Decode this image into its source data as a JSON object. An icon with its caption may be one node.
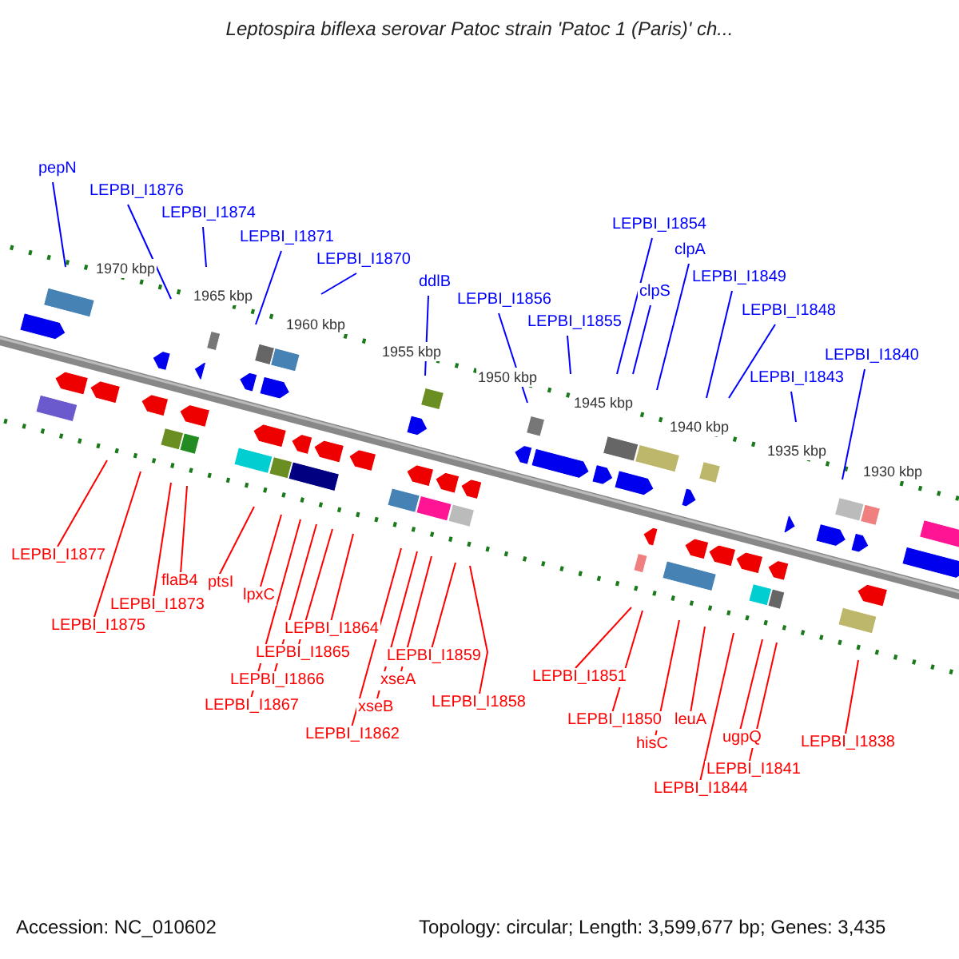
{
  "diagram": {
    "title": "Leptospira biflexa serovar Patoc strain 'Patoc 1 (Paris)' ch...",
    "nodes": [
      {
        "text": [
          "pepN"
        ]
      },
      {
        "text": [
          "LEPBI_I1876"
        ]
      },
      {
        "text": [
          "LEPBI_I1874"
        ]
      },
      {
        "text": [
          "LEPBI_I1871"
        ]
      },
      {
        "text": [
          "LEPBI_I1870"
        ]
      },
      {
        "text": [
          "ddlB"
        ]
      },
      {
        "text": [
          "LEPBI_I1856"
        ]
      },
      {
        "text": [
          "LEPBI_I1855"
        ]
      },
      {
        "text": [
          "LEPBI_I1854"
        ]
      },
      {
        "text": [
          "clpS"
        ]
      },
      {
        "text": [
          "clpA"
        ]
      },
      {
        "text": [
          "LEPBI_I1849"
        ]
      },
      {
        "text": [
          "LEPBI_I1848"
        ]
      },
      {
        "text": [
          "LEPBI_I1843"
        ]
      },
      {
        "text": [
          "LEPBI_I1840"
        ]
      },
      {
        "text": [
          "LEPBI_I1877"
        ]
      },
      {
        "text": [
          "LEPBI_I1875"
        ]
      },
      {
        "text": [
          "LEPBI_I1873"
        ]
      },
      {
        "text": [
          "flaB4"
        ]
      },
      {
        "text": [
          "ptsI"
        ]
      },
      {
        "text": [
          "lpxC"
        ]
      },
      {
        "text": [
          "LEPBI_I1864"
        ]
      },
      {
        "text": [
          "LEPBI_I1865"
        ]
      },
      {
        "text": [
          "LEPBI_I1866"
        ]
      },
      {
        "text": [
          "LEPBI_I1867"
        ]
      },
      {
        "text": [
          "xseB"
        ]
      },
      {
        "text": [
          "xseA"
        ]
      },
      {
        "text": [
          "LEPBI_I1859"
        ]
      },
      {
        "text": [
          "LEPBI_I1858"
        ]
      },
      {
        "text": [
          "LEPBI_I1862"
        ]
      },
      {
        "text": [
          "LEPBI_I1851"
        ]
      },
      {
        "text": [
          "LEPBI_I1850"
        ]
      },
      {
        "text": [
          "hisC"
        ]
      },
      {
        "text": [
          "leuA"
        ]
      },
      {
        "text": [
          "LEPBI_I1844"
        ]
      },
      {
        "text": [
          "ugpQ"
        ]
      },
      {
        "text": [
          "LEPBI_I1841"
        ]
      },
      {
        "text": [
          "LEPBI_I1838"
        ]
      }
    ],
    "edges": [
      {
        "from": 0,
        "to": null,
        "arrow": "none",
        "color": "#0000ff"
      },
      {
        "from": 1,
        "to": null,
        "arrow": "none",
        "color": "#0000ff"
      },
      {
        "from": 2,
        "to": null,
        "arrow": "none",
        "color": "#0000ff"
      },
      {
        "from": 3,
        "to": null,
        "arrow": "none",
        "color": "#0000ff"
      },
      {
        "from": 4,
        "to": null,
        "arrow": "none",
        "color": "#0000ff"
      },
      {
        "from": 5,
        "to": null,
        "arrow": "none",
        "color": "#0000ff"
      },
      {
        "from": 6,
        "to": null,
        "arrow": "none",
        "color": "#0000ff"
      },
      {
        "from": 7,
        "to": null,
        "arrow": "none",
        "color": "#0000ff"
      },
      {
        "from": 8,
        "to": null,
        "arrow": "none",
        "color": "#0000ff"
      },
      {
        "from": 9,
        "to": null,
        "arrow": "none",
        "color": "#0000ff"
      },
      {
        "from": 10,
        "to": null,
        "arrow": "none",
        "color": "#0000ff"
      },
      {
        "from": 11,
        "to": null,
        "arrow": "none",
        "color": "#0000ff"
      },
      {
        "from": 12,
        "to": null,
        "arrow": "none",
        "color": "#0000ff"
      },
      {
        "from": 13,
        "to": null,
        "arrow": "none",
        "color": "#0000ff"
      },
      {
        "from": 14,
        "to": null,
        "arrow": "none",
        "color": "#0000ff"
      },
      {
        "from": 15,
        "to": null,
        "arrow": "none"
      },
      {
        "from": 16,
        "to": null,
        "arrow": "none"
      },
      {
        "from": 17,
        "to": null,
        "arrow": "none"
      },
      {
        "from": 18,
        "to": null,
        "arrow": "none"
      },
      {
        "from": 19,
        "to": null,
        "arrow": "none"
      },
      {
        "from": 20,
        "to": null,
        "arrow": "none"
      },
      {
        "from": 21,
        "to": null,
        "arrow": "none"
      },
      {
        "from": 22,
        "to": null,
        "arrow": "none"
      },
      {
        "from": 23,
        "to": null,
        "arrow": "none"
      },
      {
        "from": 24,
        "to": null,
        "arrow": "none"
      },
      {
        "from": 25,
        "to": null,
        "arrow": "none"
      },
      {
        "from": 26,
        "to": null,
        "arrow": "none"
      },
      {
        "from": 27,
        "to": null,
        "arrow": "none"
      },
      {
        "from": 28,
        "to": null,
        "arrow": "none"
      },
      {
        "from": 29,
        "to": null,
        "arrow": "none"
      },
      {
        "from": 30,
        "to": null,
        "arrow": "none"
      },
      {
        "from": 31,
        "to": null,
        "arrow": "none"
      },
      {
        "from": 32,
        "to": null,
        "arrow": "none"
      },
      {
        "from": 33,
        "to": null,
        "arrow": "none"
      },
      {
        "from": 34,
        "to": null,
        "arrow": "none"
      },
      {
        "from": 35,
        "to": null,
        "arrow": "none"
      },
      {
        "from": 36,
        "to": null,
        "arrow": "none"
      },
      {
        "from": 37,
        "to": null,
        "arrow": "none"
      }
    ],
    "labels": [
      "1970 kbp",
      "1965 kbp",
      "1960 kbp",
      "1955 kbp",
      "1950 kbp",
      "1945 kbp",
      "1940 kbp",
      "1935 kbp",
      "1930 kbp",
      "Accession: NC_010602",
      "Topology: circular; Length: 3,599,677 bp; Genes: 3,435"
    ]
  }
}
